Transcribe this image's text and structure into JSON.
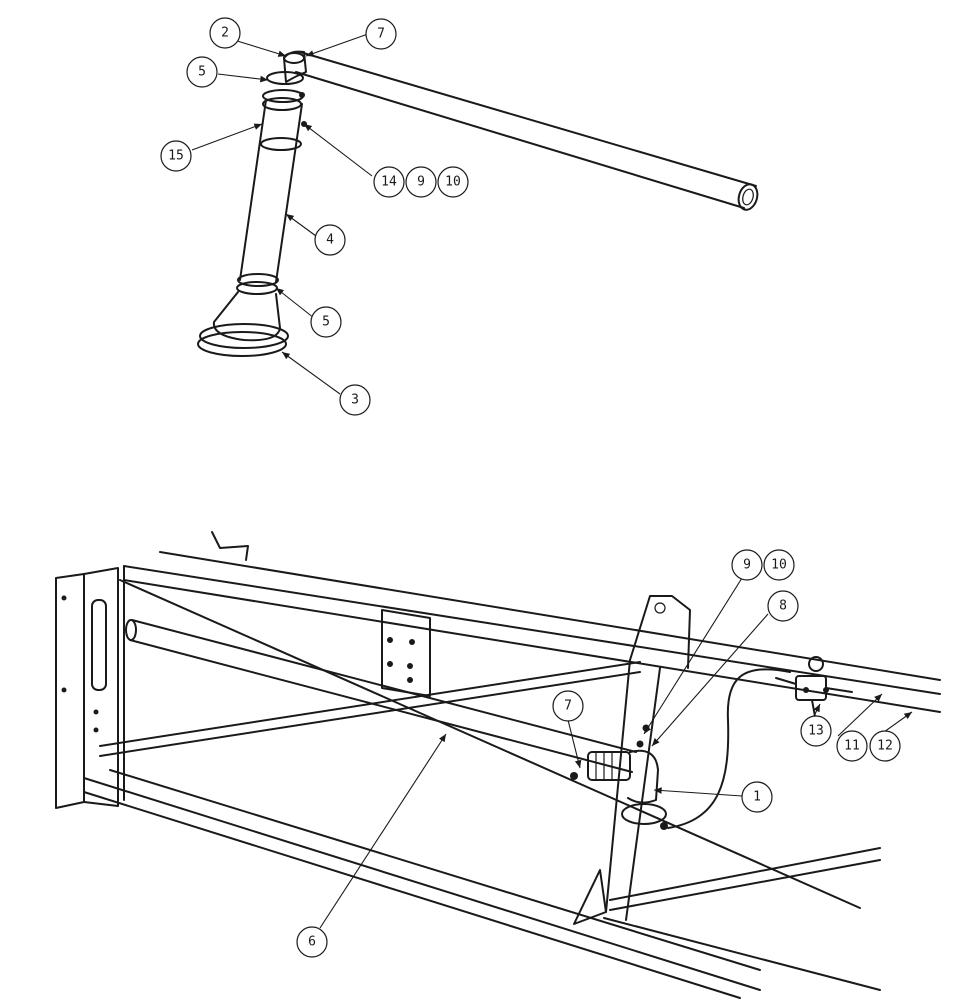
{
  "figure": {
    "top_assembly": {
      "callouts": [
        "2",
        "7",
        "5",
        "15",
        "14",
        "9",
        "10",
        "4",
        "5",
        "3"
      ]
    },
    "bottom_assembly": {
      "callouts": [
        "9",
        "10",
        "8",
        "7",
        "13",
        "11",
        "12",
        "1",
        "6"
      ]
    }
  }
}
